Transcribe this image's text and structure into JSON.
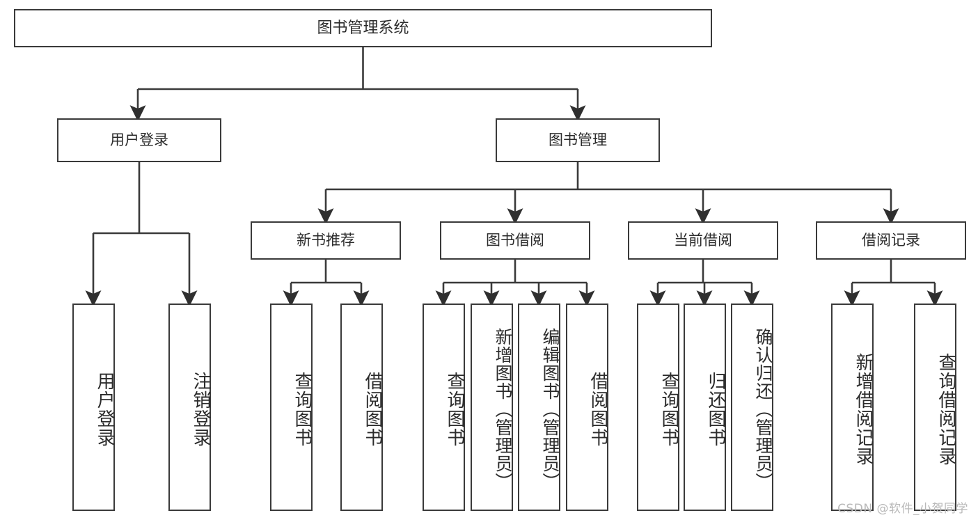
{
  "diagram": {
    "type": "tree",
    "title": "图书管理系统",
    "root": {
      "label": "图书管理系统"
    },
    "level1": [
      {
        "label": "用户登录"
      },
      {
        "label": "图书管理"
      }
    ],
    "level2": [
      {
        "label": "新书推荐"
      },
      {
        "label": "图书借阅"
      },
      {
        "label": "当前借阅"
      },
      {
        "label": "借阅记录"
      }
    ],
    "leaves": {
      "user_login": [
        {
          "label": "用户登录"
        },
        {
          "label": "注销登录"
        }
      ],
      "new_book": [
        {
          "label": "查询图书"
        },
        {
          "label": "借阅图书"
        }
      ],
      "borrow_book": [
        {
          "label": "查询图书"
        },
        {
          "label": "新增图书（管理员）"
        },
        {
          "label": "编辑图书（管理员）"
        },
        {
          "label": "借阅图书"
        }
      ],
      "current_borrow": [
        {
          "label": "查询图书"
        },
        {
          "label": "归还图书"
        },
        {
          "label": "确认归还（管理员）"
        }
      ],
      "borrow_record": [
        {
          "label": "新增借阅记录"
        },
        {
          "label": "查询借阅记录"
        }
      ]
    },
    "colors": {
      "stroke": "#3a3a3a",
      "text": "#2b2b2b",
      "background": "#ffffff",
      "watermark": "#b9b9b9"
    }
  },
  "watermark": {
    "text": "CSDN @软件_小贺同学"
  }
}
